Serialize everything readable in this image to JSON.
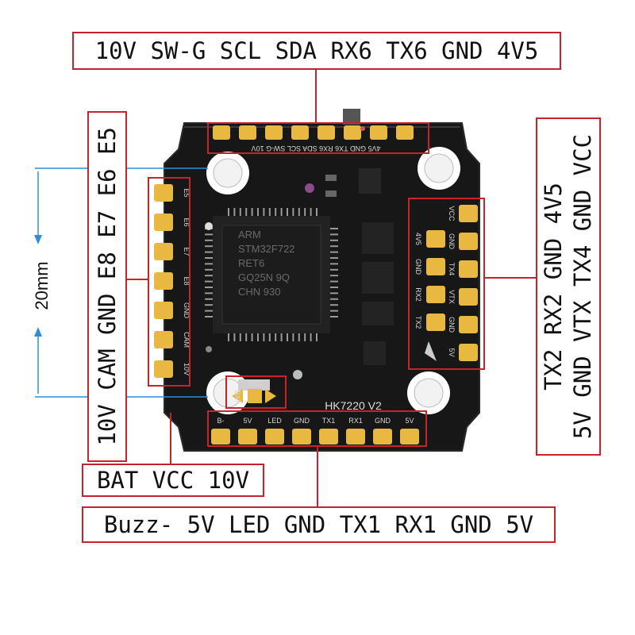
{
  "labels": {
    "top": "10V SW-G SCL SDA RX6 TX6 GND 4V5",
    "left": "10V CAM GND E8 E7 E6 E5",
    "right_inner": "TX2 RX2 GND 4V5",
    "right_outer": "5V GND VTX TX4 GND VCC",
    "bat": "BAT VCC 10V",
    "bottom": "Buzz- 5V LED GND TX1 RX1 GND 5V"
  },
  "dimension": "20mm",
  "board": {
    "model": "HK7220 V2",
    "mcu_lines": [
      "ARM",
      "STM32F722",
      "RET6",
      "GQ25N 9Q",
      "CHN 930"
    ],
    "silk_top": "4V5 GND TX6 RX6 SDA SCL SW-G 10V",
    "silk_left": [
      "E5",
      "E6",
      "E7",
      "E8",
      "GND",
      "CAM",
      "10V"
    ],
    "silk_right_a": [
      "4V5",
      "GND",
      "RX2",
      "TX2"
    ],
    "silk_right_b": [
      "VCC",
      "GND",
      "TX4",
      "VTX",
      "GND",
      "5V"
    ],
    "silk_bottom": [
      "B-",
      "5V",
      "LED",
      "GND",
      "TX1",
      "RX1",
      "GND",
      "5V"
    ],
    "silk_bat": [
      "BAT",
      "VCC"
    ]
  },
  "colors": {
    "accent": "#c8232c",
    "dimension": "#2f8fd6",
    "board": "#161616",
    "pad": "#e8b840"
  }
}
